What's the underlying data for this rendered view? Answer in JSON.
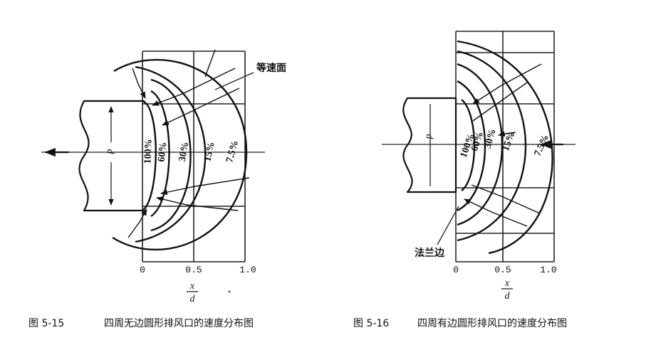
{
  "fig15": {
    "caption_number": "图 5-15",
    "caption_text": "四周无边圆形排风口的速度分布图",
    "annotation": "等速面",
    "d_label": "d",
    "pct_labels": [
      "100%",
      "60%",
      "30%",
      "15%",
      "7.5%"
    ],
    "ticks": [
      "0",
      "0.5",
      "1.0"
    ],
    "axis_num": "x",
    "axis_den": "d"
  },
  "fig16": {
    "caption_number": "图 5-16",
    "caption_text": "四周有边圆形排风口的速度分布图",
    "annotation": "法兰边",
    "d_label": "d",
    "pct_labels": [
      "100%",
      "60%",
      "30%",
      "15%",
      "7.5%"
    ],
    "ticks": [
      "0",
      "0.5",
      "1.0"
    ],
    "axis_num": "x",
    "axis_den": "d"
  }
}
